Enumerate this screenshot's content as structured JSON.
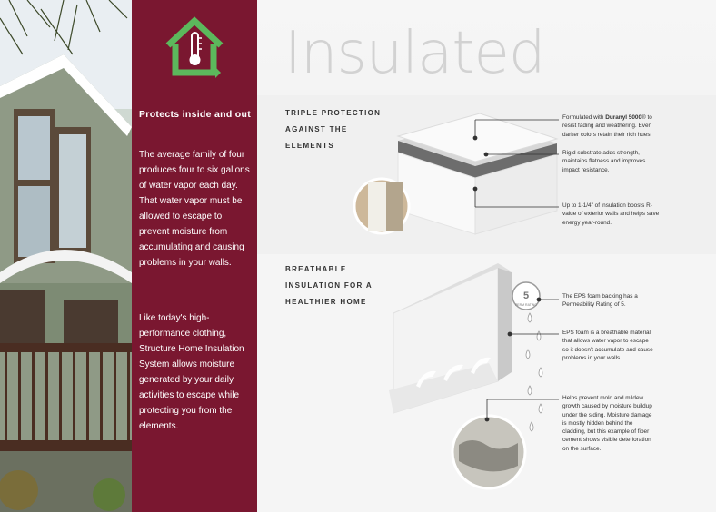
{
  "brand_colors": {
    "maroon": "#7a1730",
    "green": "#5cb85c"
  },
  "page_title": "Insulated",
  "sidebar": {
    "icon": "house-thermometer-icon",
    "heading": "Protects inside and out",
    "para1": "The average family of four produces four to six gallons of water vapor each day. That water vapor must be allowed to escape to prevent moisture from accumulating and causing problems in your walls.",
    "para2": "Like today's high-performance clothing, Structure Home Insulation System allows moisture generated by your daily activities to escape while protecting you from the elements."
  },
  "section1": {
    "label": "TRIPLE PROTECTION AGAINST THE ELEMENTS",
    "note1_pre": "Formulated with ",
    "note1_bold": "Duranyl 5000",
    "note1_post": "® to resist fading and weathering. Even darker colors retain their rich hues.",
    "note2": "Rigid substrate adds strength, maintains flatness and improves impact resistance.",
    "note3": "Up to 1-1/4\" of insulation boosts R-value of exterior walls and helps save energy year-round."
  },
  "section2": {
    "label": "BREATHABLE INSULATION FOR A HEALTHIER HOME",
    "badge_number": "5",
    "badge_text": "PERM RATING",
    "note1": "The EPS foam backing has a Permeability Rating of 5.",
    "note2": "EPS foam is a breathable material that allows water vapor to escape so it doesn't accumulate and cause problems in your walls.",
    "note3": "Helps prevent mold and mildew growth caused by moisture buildup under the siding. Moisture damage is mostly hidden behind the cladding, but this example of fiber cement shows visible deterioration on the surface."
  }
}
